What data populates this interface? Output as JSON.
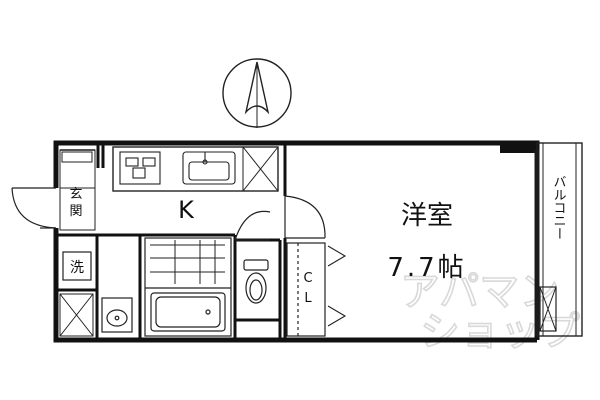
{
  "rooms": {
    "western_room": {
      "name": "洋室",
      "size": "7.7帖"
    },
    "kitchen": {
      "label": "K"
    },
    "entrance": {
      "label": "玄関"
    },
    "laundry": {
      "label": "洗"
    },
    "closet": {
      "label": "CL"
    },
    "balcony": {
      "label": "バルコニー"
    }
  },
  "watermark": {
    "line1": "アパマン",
    "line2": "ショップ"
  },
  "colors": {
    "wall": "#111111",
    "line": "#222222",
    "watermark": "#d9d9d9"
  }
}
